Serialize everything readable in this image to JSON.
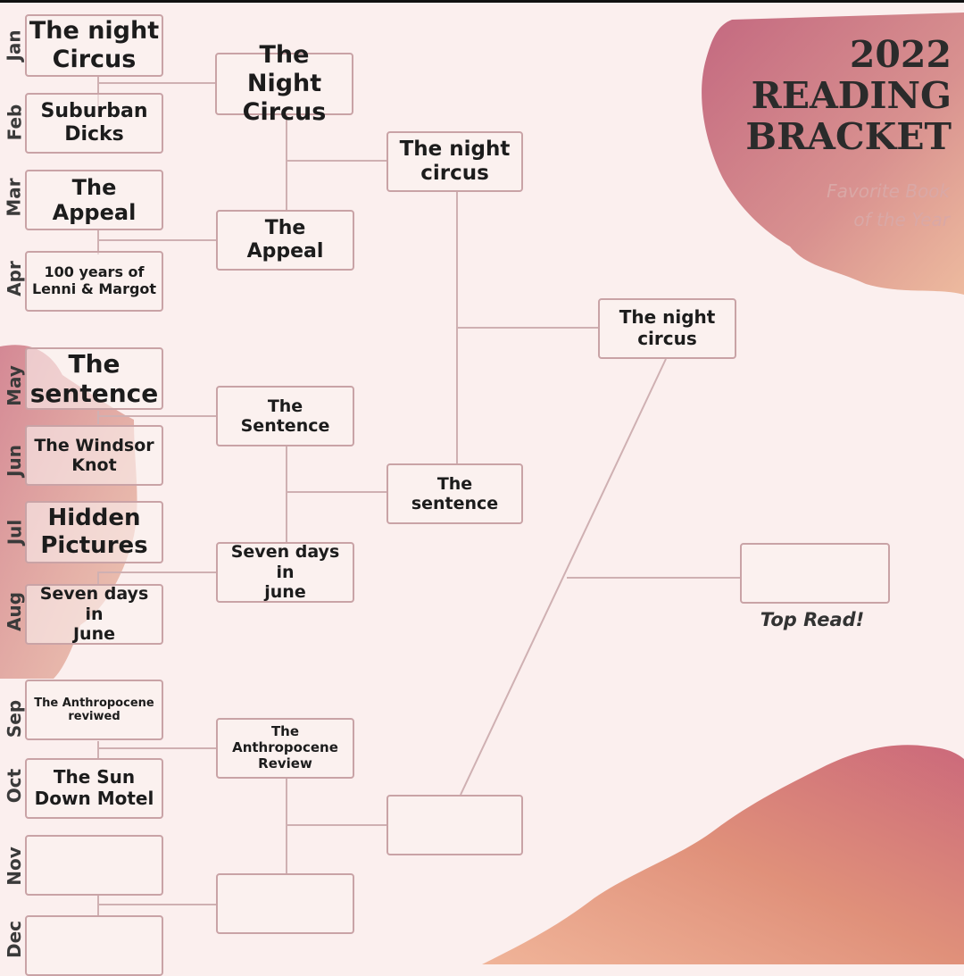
{
  "header": {
    "title_lines": [
      "2022",
      "READING",
      "BRACKET"
    ],
    "subtitle_lines": [
      "Favorite Book",
      "of the Year"
    ]
  },
  "months": [
    "Jan",
    "Feb",
    "Mar",
    "Apr",
    "May",
    "Jun",
    "Jul",
    "Aug",
    "Sep",
    "Oct",
    "Nov",
    "Dec"
  ],
  "round1": [
    {
      "lines": [
        "The night",
        "Circus"
      ]
    },
    {
      "lines": [
        "Suburban",
        "Dicks"
      ]
    },
    {
      "lines": [
        "The Appeal"
      ]
    },
    {
      "lines": [
        "100 years of",
        "Lenni & Margot"
      ]
    },
    {
      "lines": [
        "The",
        "sentence"
      ]
    },
    {
      "lines": [
        "The Windsor",
        "Knot"
      ]
    },
    {
      "lines": [
        "Hidden",
        "Pictures"
      ]
    },
    {
      "lines": [
        "Seven days in",
        "June"
      ]
    },
    {
      "lines": [
        "The Anthropocene",
        "reviwed"
      ]
    },
    {
      "lines": [
        "The Sun",
        "Down Motel"
      ]
    },
    {
      "lines": []
    },
    {
      "lines": []
    }
  ],
  "round2": [
    {
      "lines": [
        "The Night",
        "Circus"
      ]
    },
    {
      "lines": [
        "The",
        "Appeal"
      ]
    },
    {
      "lines": [
        "The",
        "Sentence"
      ]
    },
    {
      "lines": [
        "Seven days in",
        "june"
      ]
    },
    {
      "lines": [
        "The Anthropocene",
        "Review"
      ]
    },
    {
      "lines": []
    }
  ],
  "round3": [
    {
      "lines": [
        "The night",
        "circus"
      ]
    },
    {
      "lines": [
        "The",
        "sentence"
      ]
    },
    {
      "lines": []
    }
  ],
  "round4": [
    {
      "lines": [
        "The night",
        "circus"
      ]
    }
  ],
  "final": {
    "lines": [],
    "label": "Top Read!"
  },
  "colors": {
    "background": "#fbefee",
    "box_border": "#c9a3a6",
    "brush_pink": "#c46a7a",
    "brush_orange": "#dd8a6c",
    "subtitle": "#d9a8a6"
  }
}
